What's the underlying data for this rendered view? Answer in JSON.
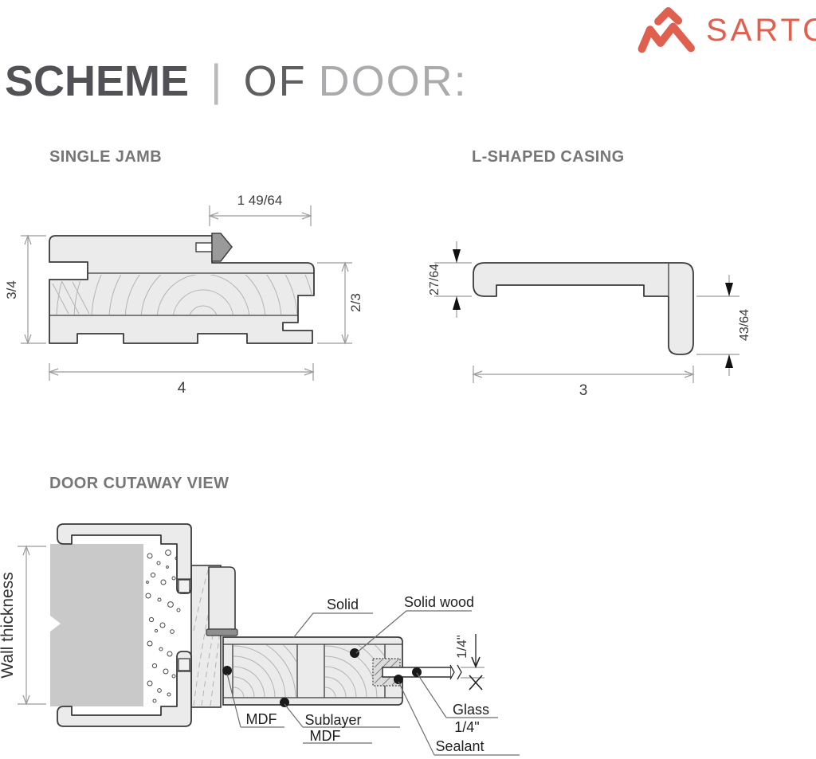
{
  "brand": {
    "name": "SARTO",
    "accent_color": "#e0604f"
  },
  "title": {
    "word1": "SCHEME",
    "divider": "|",
    "word2": "OF",
    "word3": "DOOR:"
  },
  "single_jamb": {
    "heading": "SINGLE  JAMB",
    "dim_top": "1 49/64",
    "dim_left": "3/4",
    "dim_right": "2/3",
    "dim_bottom": "4"
  },
  "l_casing": {
    "heading": "L-SHAPED CASING",
    "dim_left": "27/64",
    "dim_right": "43/64",
    "dim_bottom": "3"
  },
  "cutaway": {
    "heading": "DOOR CUTAWAY VIEW",
    "wall_label": "Wall thickness",
    "glass_dim": "1/4\"",
    "labels": {
      "solid": "Solid",
      "solid_wood": "Solid wood",
      "mdf": "MDF",
      "sublayer_1": "Sublayer",
      "sublayer_2": "MDF",
      "glass_1": "Glass",
      "glass_2": "1/4\"",
      "sealant": "Sealant"
    }
  },
  "colors": {
    "outline": "#3a3a3a",
    "fill_light": "#ebebeb",
    "wall": "#c9c9c9",
    "seal": "#8f8f8f",
    "accent": "#e0604f"
  }
}
